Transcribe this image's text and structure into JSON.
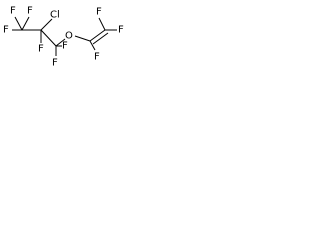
{
  "structure": {
    "atoms": {
      "f_top_left": "F",
      "f_top_mid": "F",
      "f_left": "F",
      "cl": "Cl",
      "f_c2_down": "F",
      "f_c3_down": "F",
      "f_c3_right": "F",
      "o": "O",
      "f_c4_down": "F",
      "f_c5_top": "F",
      "f_c5_right": "F"
    },
    "colors": {
      "bond": "#000000",
      "label": "#000000"
    }
  }
}
